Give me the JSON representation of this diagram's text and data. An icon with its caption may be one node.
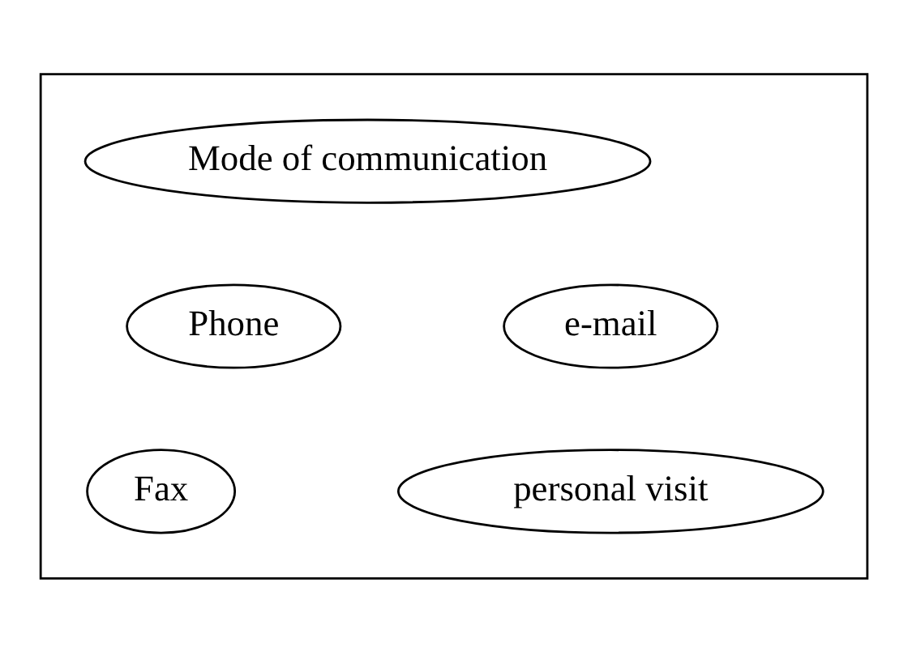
{
  "diagram": {
    "nodes": [
      {
        "text": [],
        "shape": "box"
      },
      {
        "text": [
          "Mode of communication"
        ],
        "in": 0
      },
      {
        "text": [
          "Phone"
        ],
        "in": 0
      },
      {
        "text": [
          "e-mail"
        ],
        "in": 0
      },
      {
        "text": [
          "Fax"
        ],
        "in": 0
      },
      {
        "text": [
          "personal visit"
        ],
        "in": 0
      }
    ],
    "edges": []
  }
}
